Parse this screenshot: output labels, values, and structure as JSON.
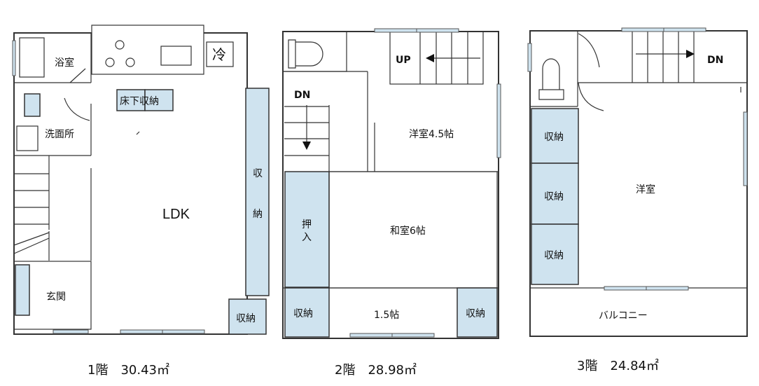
{
  "floors": [
    {
      "id": "f1",
      "caption": "1階　30.43㎡",
      "labels": {
        "bath": "浴室",
        "fridge": "冷",
        "underfloor": "床下収納",
        "washroom": "洗面所",
        "ldk": "LDK",
        "storage_vertical_1": "収",
        "storage_vertical_2": "納",
        "entrance": "玄関",
        "storage": "収納"
      }
    },
    {
      "id": "f2",
      "caption": "2階　28.98㎡",
      "labels": {
        "up": "UP",
        "dn": "DN",
        "western": "洋室4.5帖",
        "closet_1": "押",
        "closet_2": "入",
        "japanese": "和室6帖",
        "storage_left": "収納",
        "small_room": "1.5帖",
        "storage_right": "収納"
      }
    },
    {
      "id": "f3",
      "caption": "3階　24.84㎡",
      "labels": {
        "dn": "DN",
        "storage_1": "収納",
        "storage_2": "収納",
        "storage_3": "収納",
        "western": "洋室",
        "balcony": "バルコニー"
      }
    }
  ]
}
